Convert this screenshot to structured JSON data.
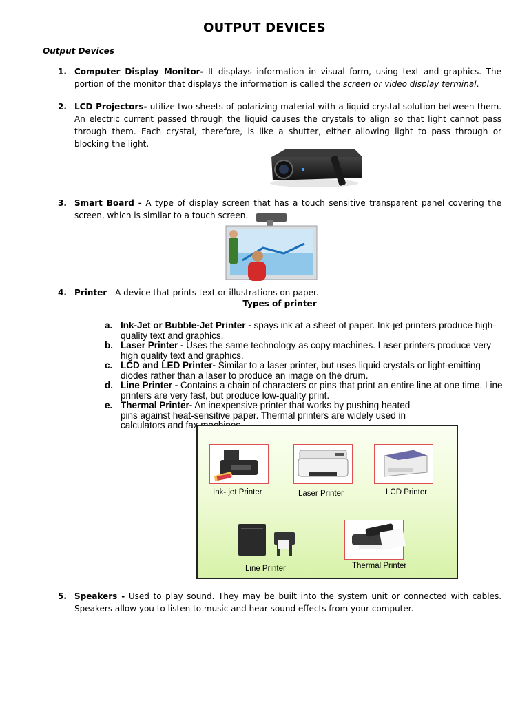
{
  "title": "OUTPUT DEVICES",
  "subtitle": "Output Devices",
  "items": [
    {
      "num": "1.",
      "term": "Computer Display Monitor-",
      "text": " It displays information in visual form, using text and graphics. The portion of the monitor that displays the information is called the ",
      "em": "screen or video display terminal",
      "tail": "."
    },
    {
      "num": "2.",
      "term": "LCD Projectors-",
      "text": " utilize two sheets of polarizing material with a liquid crystal solution between them. An electric current passed through the liquid causes the crystals to align so that light cannot pass through them. Each crystal, therefore, is like a shutter, either allowing light to pass through or blocking the light."
    },
    {
      "num": "3.",
      "term": "Smart Board -",
      "text": " A type of display screen that has a touch sensitive transparent panel covering the screen, which is similar to a touch screen."
    },
    {
      "num": "4.",
      "term": "Printer",
      "text": " - A device that prints text or illustrations on paper."
    },
    {
      "num": "5.",
      "term": "Speakers -",
      "text": " Used to play sound. They may be built into the system unit or connected with cables. Speakers allow you to listen to music and hear sound effects from your computer."
    }
  ],
  "types_heading": "Types of printer",
  "printer_types": [
    {
      "letter": "a.",
      "term": "Ink-Jet or Bubble-Jet Printer -",
      "text": " spays ink at a sheet of paper. Ink-jet printers produce high-quality text and graphics."
    },
    {
      "letter": "b.",
      "term": "Laser Printer -",
      "text": " Uses the same technology as copy machines. Laser printers produce very high quality text and graphics."
    },
    {
      "letter": "c.",
      "term": "LCD and LED Printer-",
      "text": " Similar to a laser printer, but uses liquid crystals or light-emitting diodes rather than a laser to produce an image on the drum."
    },
    {
      "letter": "d.",
      "term": "Line Printer -",
      "text": " Contains a chain of characters or pins that print an entire line at one time. Line printers are very fast, but produce low-quality print."
    },
    {
      "letter": "e.",
      "term": "Thermal Printer-",
      "text": " An inexpensive printer that works by pushing heated pins against heat-sensitive paper. Thermal printers are widely used in calculators and fax machines."
    }
  ],
  "printer_panel": {
    "inkjet": "Ink- jet Printer",
    "laser": "Laser Printer",
    "lcd": "LCD Printer",
    "line": "Line Printer",
    "thermal": "Thermal Printer"
  }
}
